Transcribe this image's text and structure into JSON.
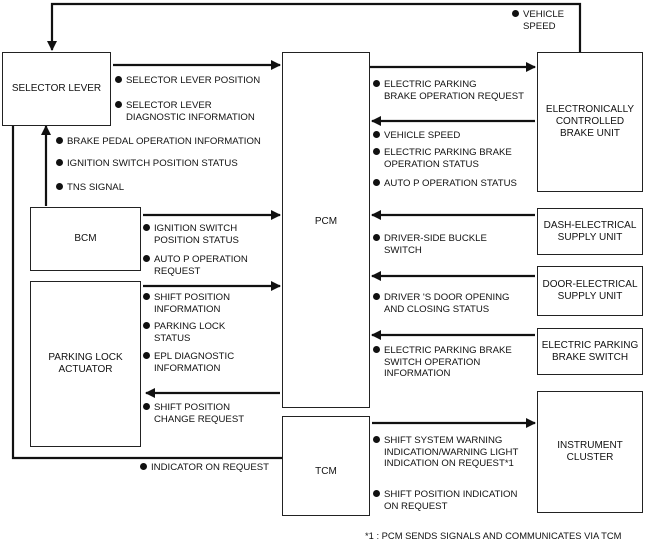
{
  "boxes": {
    "selector_lever": "SELECTOR LEVER",
    "bcm": "BCM",
    "parking_lock_actuator": "PARKING LOCK\nACTUATOR",
    "pcm": "PCM",
    "tcm": "TCM",
    "ecbu": "ELECTRONICALLY\nCONTROLLED\nBRAKE UNIT",
    "dash_supply": "DASH-ELECTRICAL\nSUPPLY UNIT",
    "door_supply": "DOOR-ELECTRICAL\nSUPPLY UNIT",
    "epb_switch": "ELECTRIC PARKING\nBRAKE SWITCH",
    "instrument_cluster": "INSTRUMENT\nCLUSTER"
  },
  "signals": {
    "vehicle_speed_top": "VEHICLE\nSPEED",
    "selector_lever_position": "SELECTOR LEVER POSITION",
    "selector_lever_diag": "SELECTOR LEVER\nDIAGNOSTIC INFORMATION",
    "brake_pedal_info": "BRAKE PEDAL OPERATION INFORMATION",
    "ignition_status_sl": "IGNITION SWITCH POSITION STATUS",
    "tns_signal": "TNS SIGNAL",
    "ignition_status_bcm": "IGNITION SWITCH\nPOSITION STATUS",
    "auto_p_request": "AUTO P OPERATION\nREQUEST",
    "shift_position_info": "SHIFT POSITION\nINFORMATION",
    "parking_lock_status": "PARKING LOCK\nSTATUS",
    "epl_diag": "EPL DIAGNOSTIC\nINFORMATION",
    "shift_change_request": "SHIFT POSITION\nCHANGE REQUEST",
    "indicator_on_request": "INDICATOR ON REQUEST",
    "epb_operation_request": "ELECTRIC PARKING\nBRAKE OPERATION REQUEST",
    "vehicle_speed_ecbu": "VEHICLE SPEED",
    "epb_operation_status": "ELECTRIC PARKING BRAKE\nOPERATION STATUS",
    "auto_p_status": "AUTO P OPERATION STATUS",
    "driver_buckle": "DRIVER-SIDE BUCKLE\nSWITCH",
    "driver_door": "DRIVER 'S DOOR OPENING\nAND CLOSING STATUS",
    "epb_switch_info": "ELECTRIC PARKING BRAKE\nSWITCH OPERATION\nINFORMATION",
    "shift_warning": "SHIFT SYSTEM WARNING\nINDICATION/WARNING LIGHT\nINDICATION ON REQUEST*1",
    "shift_indication": "SHIFT POSITION INDICATION\nON REQUEST"
  },
  "footnote": "*1 : PCM SENDS SIGNALS AND COMMUNICATES VIA TCM"
}
